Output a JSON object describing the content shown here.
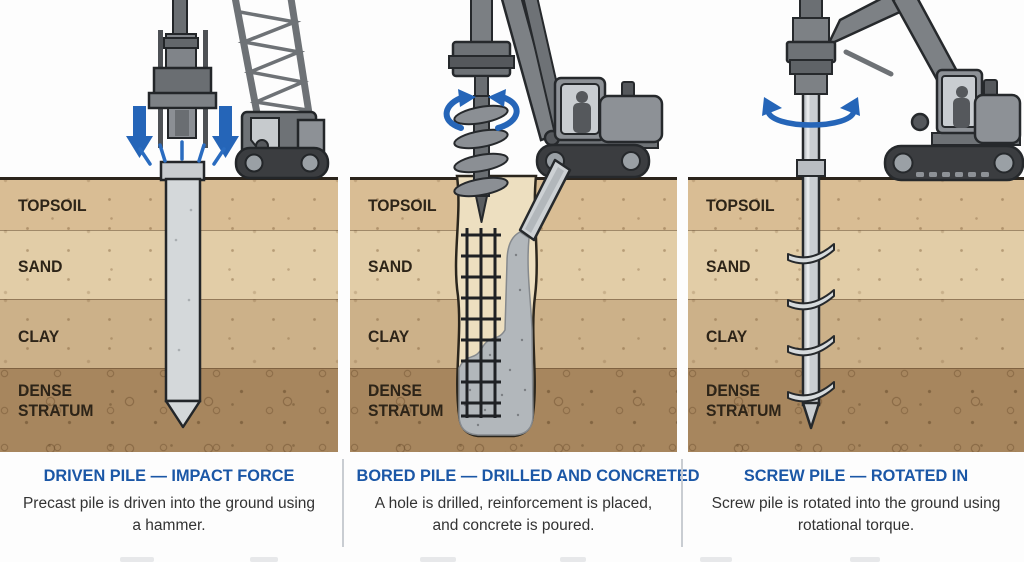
{
  "figure": {
    "subject": "Pile foundation installation methods",
    "panel_count": 3
  },
  "soil_layers": [
    {
      "label": "TOPSOIL"
    },
    {
      "label": "SAND"
    },
    {
      "label": "CLAY"
    },
    {
      "label": "DENSE STRATUM"
    }
  ],
  "panels": [
    {
      "title": "DRIVEN PILE — IMPACT FORCE",
      "description": "Precast pile is driven into the ground using a hammer.",
      "machine": "crawler crane with pile-driving hammer",
      "annotation_icons": [
        "down-arrow-icon",
        "down-arrow-icon",
        "impact-lines-icon"
      ]
    },
    {
      "title": "BORED PILE — DRILLED AND CONCRETED",
      "description": "A hole is drilled, reinforcement is placed, and concrete is poured.",
      "machine": "drilling rig with auger, rebar cage and concrete chute",
      "annotation_icons": [
        "rotation-arrow-left-icon",
        "rotation-arrow-right-icon"
      ]
    },
    {
      "title": "SCREW PILE — ROTATED IN",
      "description": "Screw pile is rotated into the ground using rotational torque.",
      "machine": "excavator with rotary drive on helical screw pile",
      "annotation_icons": [
        "rotation-loop-icon"
      ]
    }
  ],
  "colors": {
    "accent_blue": "#1b57a6",
    "arrow_blue": "#2565b8",
    "topsoil": "#d9bd94",
    "sand": "#e2cda7",
    "clay": "#ccb189",
    "dense_stratum": "#a7865e",
    "ground_line": "#2b241c",
    "soil_label_text": "#2d2418",
    "pile_gray": "#d4d8da",
    "concrete_gray": "#b2b7bb",
    "hole_fill": "#eddfc0",
    "machine_gray": "#8d9196",
    "machine_dark": "#55585c",
    "outline": "#26292c",
    "caption_divider": "#c9cdd2",
    "description_text": "#333333"
  }
}
